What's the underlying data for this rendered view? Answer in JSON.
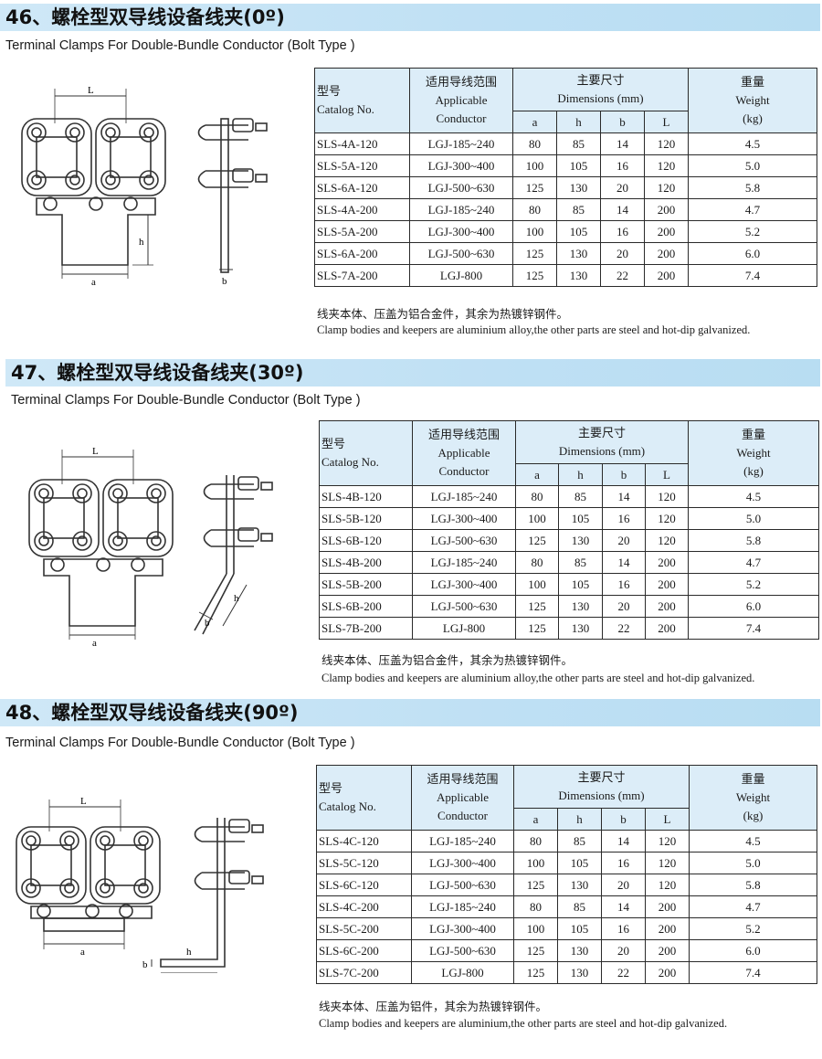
{
  "sections": [
    {
      "number": "46",
      "title": "46、螺栓型双导线设备线夹(0º)",
      "subtitle": "Terminal Clamps For Double-Bundle Conductor (Bolt Type )",
      "table": {
        "h_model_cn": "型号",
        "h_model_en": "Catalog No.",
        "h_cond_cn": "适用导线范围",
        "h_cond_en1": "Applicable",
        "h_cond_en2": "Conductor",
        "h_dim_cn": "主要尺寸",
        "h_dim_en": "Dimensions (mm)",
        "h_a": "a",
        "h_h": "h",
        "h_b": "b",
        "h_L": "L",
        "h_w_cn": "重量",
        "h_w_en": "Weight",
        "h_w_unit": "(kg)",
        "rows": [
          [
            "SLS-4A-120",
            "LGJ-185~240",
            "80",
            "85",
            "14",
            "120",
            "4.5"
          ],
          [
            "SLS-5A-120",
            "LGJ-300~400",
            "100",
            "105",
            "16",
            "120",
            "5.0"
          ],
          [
            "SLS-6A-120",
            "LGJ-500~630",
            "125",
            "130",
            "20",
            "120",
            "5.8"
          ],
          [
            "SLS-4A-200",
            "LGJ-185~240",
            "80",
            "85",
            "14",
            "200",
            "4.7"
          ],
          [
            "SLS-5A-200",
            "LGJ-300~400",
            "100",
            "105",
            "16",
            "200",
            "5.2"
          ],
          [
            "SLS-6A-200",
            "LGJ-500~630",
            "125",
            "130",
            "20",
            "200",
            "6.0"
          ],
          [
            "SLS-7A-200",
            "LGJ-800",
            "125",
            "130",
            "22",
            "200",
            "7.4"
          ]
        ]
      },
      "note_cn": "线夹本体、压盖为铝合金件，其余为热镀锌钢件。",
      "note_en": "Clamp bodies and keepers are aluminium alloy,the other parts are steel and hot-dip galvanized.",
      "labels": {
        "L": "L",
        "h": "h",
        "a": "a",
        "b": "b"
      }
    },
    {
      "number": "47",
      "title": "47、螺栓型双导线设备线夹(30º)",
      "subtitle": "Terminal Clamps For Double-Bundle Conductor (Bolt Type )",
      "table": {
        "h_model_cn": "型号",
        "h_model_en": "Catalog No.",
        "h_cond_cn": "适用导线范围",
        "h_cond_en1": "Applicable",
        "h_cond_en2": "Conductor",
        "h_dim_cn": "主要尺寸",
        "h_dim_en": "Dimensions (mm)",
        "h_a": "a",
        "h_h": "h",
        "h_b": "b",
        "h_L": "L",
        "h_w_cn": "重量",
        "h_w_en": "Weight",
        "h_w_unit": "(kg)",
        "rows": [
          [
            "SLS-4B-120",
            "LGJ-185~240",
            "80",
            "85",
            "14",
            "120",
            "4.5"
          ],
          [
            "SLS-5B-120",
            "LGJ-300~400",
            "100",
            "105",
            "16",
            "120",
            "5.0"
          ],
          [
            "SLS-6B-120",
            "LGJ-500~630",
            "125",
            "130",
            "20",
            "120",
            "5.8"
          ],
          [
            "SLS-4B-200",
            "LGJ-185~240",
            "80",
            "85",
            "14",
            "200",
            "4.7"
          ],
          [
            "SLS-5B-200",
            "LGJ-300~400",
            "100",
            "105",
            "16",
            "200",
            "5.2"
          ],
          [
            "SLS-6B-200",
            "LGJ-500~630",
            "125",
            "130",
            "20",
            "200",
            "6.0"
          ],
          [
            "SLS-7B-200",
            "LGJ-800",
            "125",
            "130",
            "22",
            "200",
            "7.4"
          ]
        ]
      },
      "note_cn": "线夹本体、压盖为铝合金件，其余为热镀锌钢件。",
      "note_en": "Clamp bodies and keepers are aluminium alloy,the other parts are steel and hot-dip galvanized.",
      "labels": {
        "L": "L",
        "h": "h",
        "a": "a",
        "b": "b"
      }
    },
    {
      "number": "48",
      "title": "48、螺栓型双导线设备线夹(90º)",
      "subtitle": "Terminal Clamps For Double-Bundle Conductor (Bolt Type )",
      "table": {
        "h_model_cn": "型号",
        "h_model_en": "Catalog No.",
        "h_cond_cn": "适用导线范围",
        "h_cond_en1": "Applicable",
        "h_cond_en2": "Conductor",
        "h_dim_cn": "主要尺寸",
        "h_dim_en": "Dimensions (mm)",
        "h_a": "a",
        "h_h": "h",
        "h_b": "b",
        "h_L": "L",
        "h_w_cn": "重量",
        "h_w_en": "Weight",
        "h_w_unit": "(kg)",
        "rows": [
          [
            "SLS-4C-120",
            "LGJ-185~240",
            "80",
            "85",
            "14",
            "120",
            "4.5"
          ],
          [
            "SLS-5C-120",
            "LGJ-300~400",
            "100",
            "105",
            "16",
            "120",
            "5.0"
          ],
          [
            "SLS-6C-120",
            "LGJ-500~630",
            "125",
            "130",
            "20",
            "120",
            "5.8"
          ],
          [
            "SLS-4C-200",
            "LGJ-185~240",
            "80",
            "85",
            "14",
            "200",
            "4.7"
          ],
          [
            "SLS-5C-200",
            "LGJ-300~400",
            "100",
            "105",
            "16",
            "200",
            "5.2"
          ],
          [
            "SLS-6C-200",
            "LGJ-500~630",
            "125",
            "130",
            "20",
            "200",
            "6.0"
          ],
          [
            "SLS-7C-200",
            "LGJ-800",
            "125",
            "130",
            "22",
            "200",
            "7.4"
          ]
        ]
      },
      "note_cn": "线夹本体、压盖为铝件，其余为热镀锌钢件。",
      "note_en": "Clamp bodies and keepers are aluminium,the other parts are steel and hot-dip galvanized.",
      "labels": {
        "L": "L",
        "h": "h",
        "a": "a",
        "b": "b"
      }
    }
  ]
}
